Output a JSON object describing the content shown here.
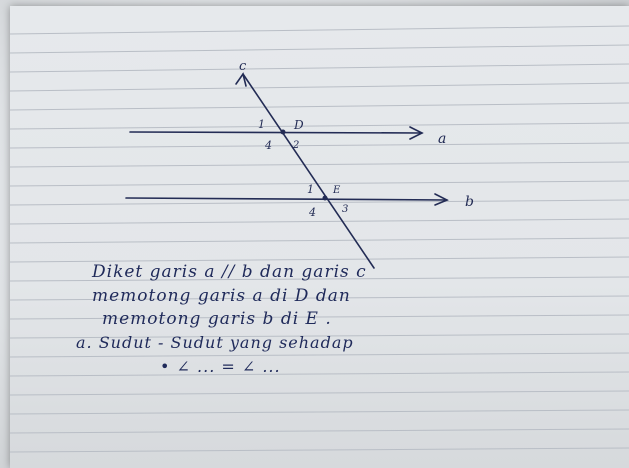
{
  "notebook": {
    "diagram_labels": {
      "line_c": "c",
      "line_a": "a",
      "line_b": "b",
      "upper_1": "1",
      "upper_d": "D",
      "upper_4": "4",
      "upper_2": "2",
      "lower_1": "1",
      "lower_e": "E",
      "lower_4": "4",
      "lower_3": "3"
    },
    "text_lines": [
      "Diket garis a // b dan garis c",
      "memotong garis a di D dan",
      "memotong garis b di E .",
      "a.  Sudut - Sudut yang sehadap",
      "•  ∠ ...  =  ∠ ..."
    ]
  }
}
